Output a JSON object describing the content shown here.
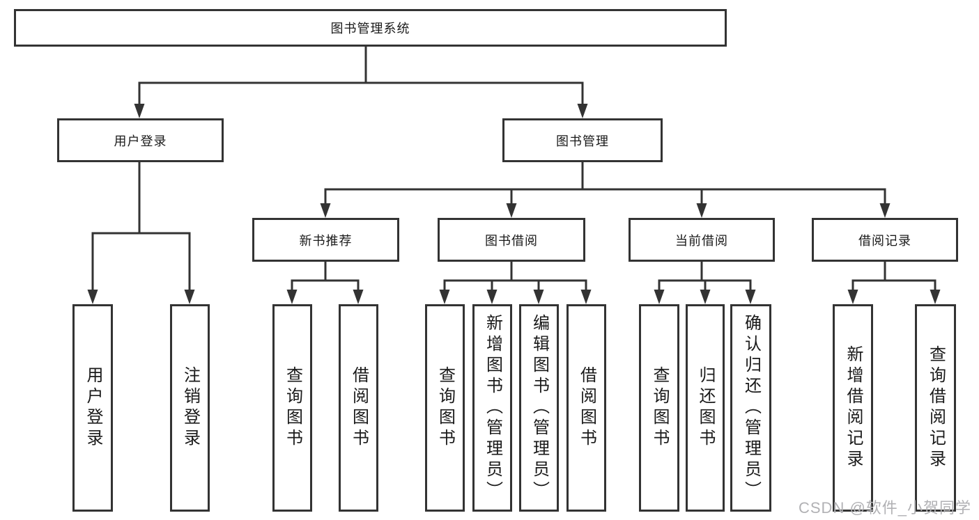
{
  "colors": {
    "line": "#333333",
    "text": "#1a1a1a",
    "watermark": "#b1b1b4",
    "background": "#ffffff"
  },
  "watermark": {
    "text": "CSDN @软件_小贺同学"
  },
  "tree": {
    "label": "图书管理系统",
    "children": [
      {
        "label": "用户登录",
        "children": [
          {
            "label": "用户登录"
          },
          {
            "label": "注销登录"
          }
        ]
      },
      {
        "label": "图书管理",
        "children": [
          {
            "label": "新书推荐",
            "children": [
              {
                "label": "查询图书"
              },
              {
                "label": "借阅图书"
              }
            ]
          },
          {
            "label": "图书借阅",
            "children": [
              {
                "label": "查询图书"
              },
              {
                "label": "新增图书（管理员）"
              },
              {
                "label": "编辑图书（管理员）"
              },
              {
                "label": "借阅图书"
              }
            ]
          },
          {
            "label": "当前借阅",
            "children": [
              {
                "label": "查询图书"
              },
              {
                "label": "归还图书"
              },
              {
                "label": "确认归还（管理员）"
              }
            ]
          },
          {
            "label": "借阅记录",
            "children": [
              {
                "label": "新增借阅记录"
              },
              {
                "label": "查询借阅记录"
              }
            ]
          }
        ]
      }
    ]
  }
}
